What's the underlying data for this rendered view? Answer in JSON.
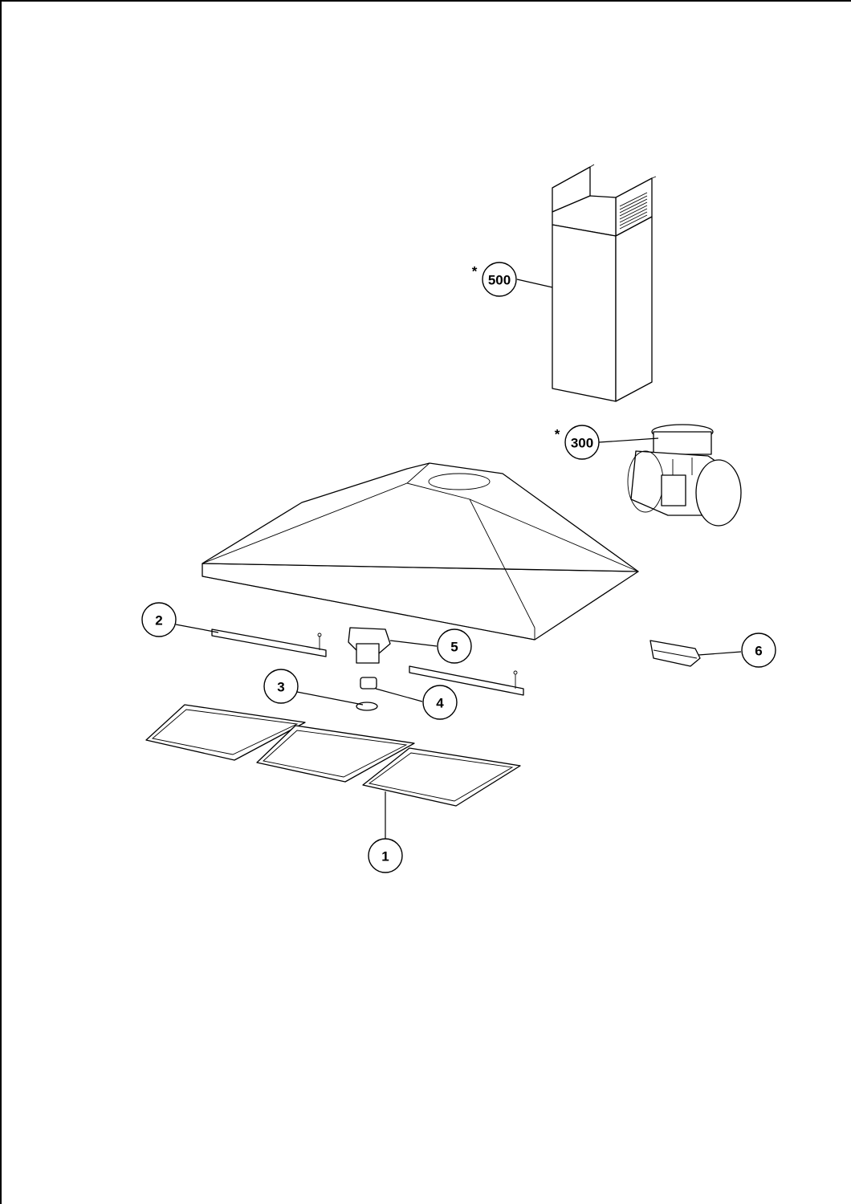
{
  "diagram": {
    "callouts": [
      {
        "id": "500",
        "label": "500",
        "starred": true
      },
      {
        "id": "300",
        "label": "300",
        "starred": true
      },
      {
        "id": "2",
        "label": "2",
        "starred": false
      },
      {
        "id": "5",
        "label": "5",
        "starred": false
      },
      {
        "id": "6",
        "label": "6",
        "starred": false
      },
      {
        "id": "3",
        "label": "3",
        "starred": false
      },
      {
        "id": "4",
        "label": "4",
        "starred": false
      },
      {
        "id": "1",
        "label": "1",
        "starred": false
      }
    ],
    "star_symbol": "*"
  }
}
